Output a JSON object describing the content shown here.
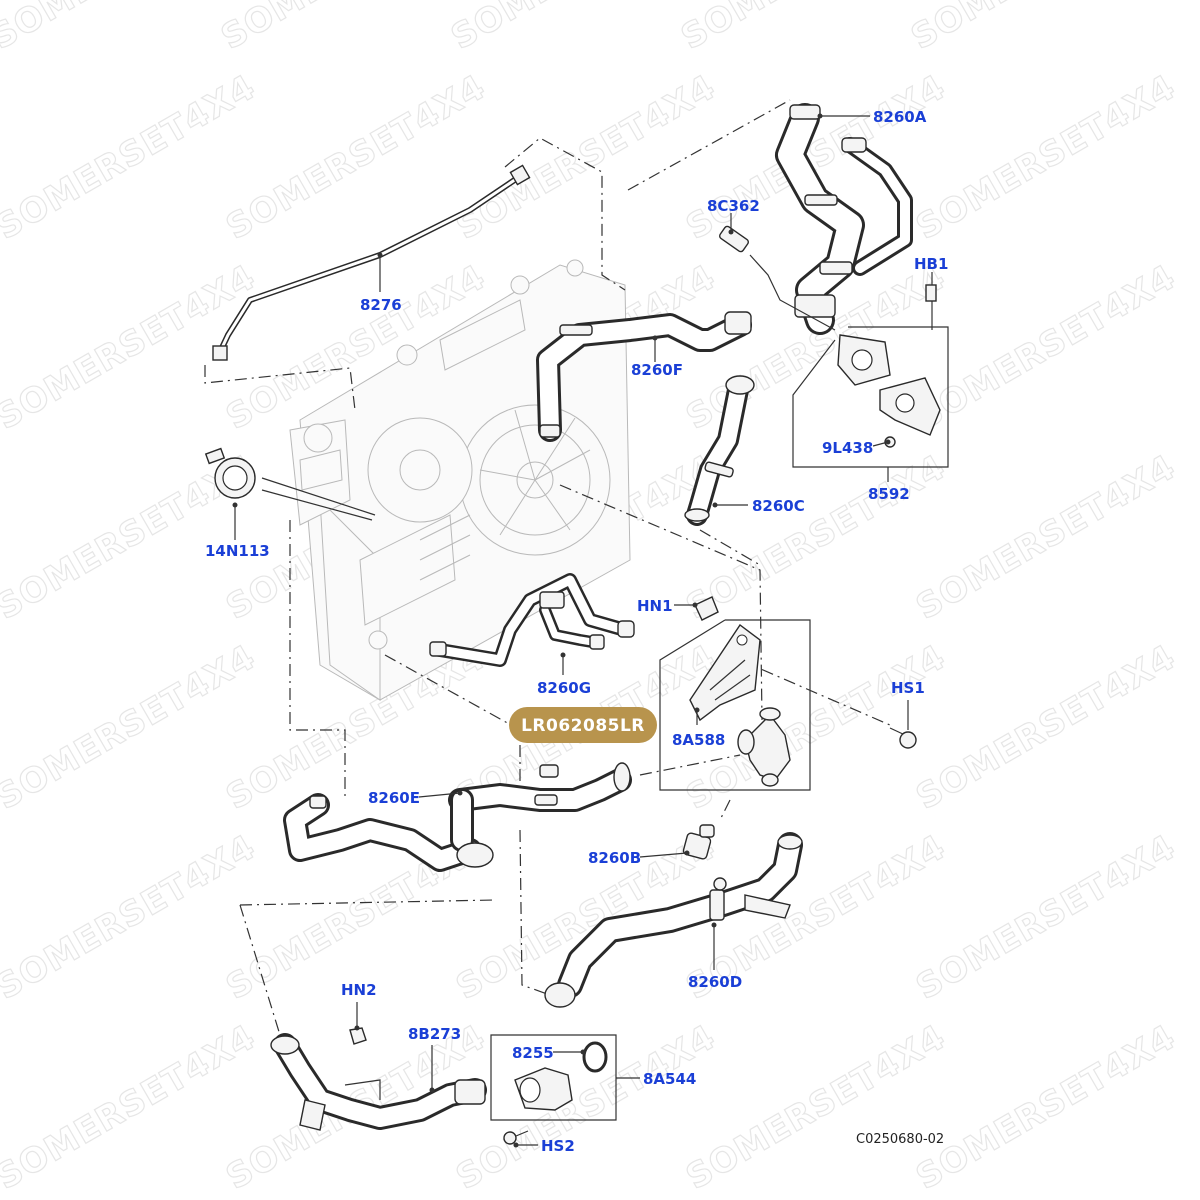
{
  "diagram": {
    "watermark": "SOMERSET4X4",
    "badge": "LR062085LR",
    "reference": "C0250680-02",
    "colors": {
      "label": "#1a3fd6",
      "badge_fill": "#b8944d",
      "line": "#2a2a2a"
    },
    "labels": {
      "l8260A": "8260A",
      "l8C362": "8C362",
      "lHB1": "HB1",
      "l8276": "8276",
      "l8260F": "8260F",
      "l8260C": "8260C",
      "l9L438": "9L438",
      "l8592": "8592",
      "l14N113": "14N113",
      "lHN1": "HN1",
      "lHS1": "HS1",
      "l8260G": "8260G",
      "l8A588": "8A588",
      "l8260E": "8260E",
      "l8260B": "8260B",
      "l8260D": "8260D",
      "lHN2": "HN2",
      "l8B273": "8B273",
      "l8255": "8255",
      "l8A544": "8A544",
      "lHS2": "HS2"
    }
  }
}
